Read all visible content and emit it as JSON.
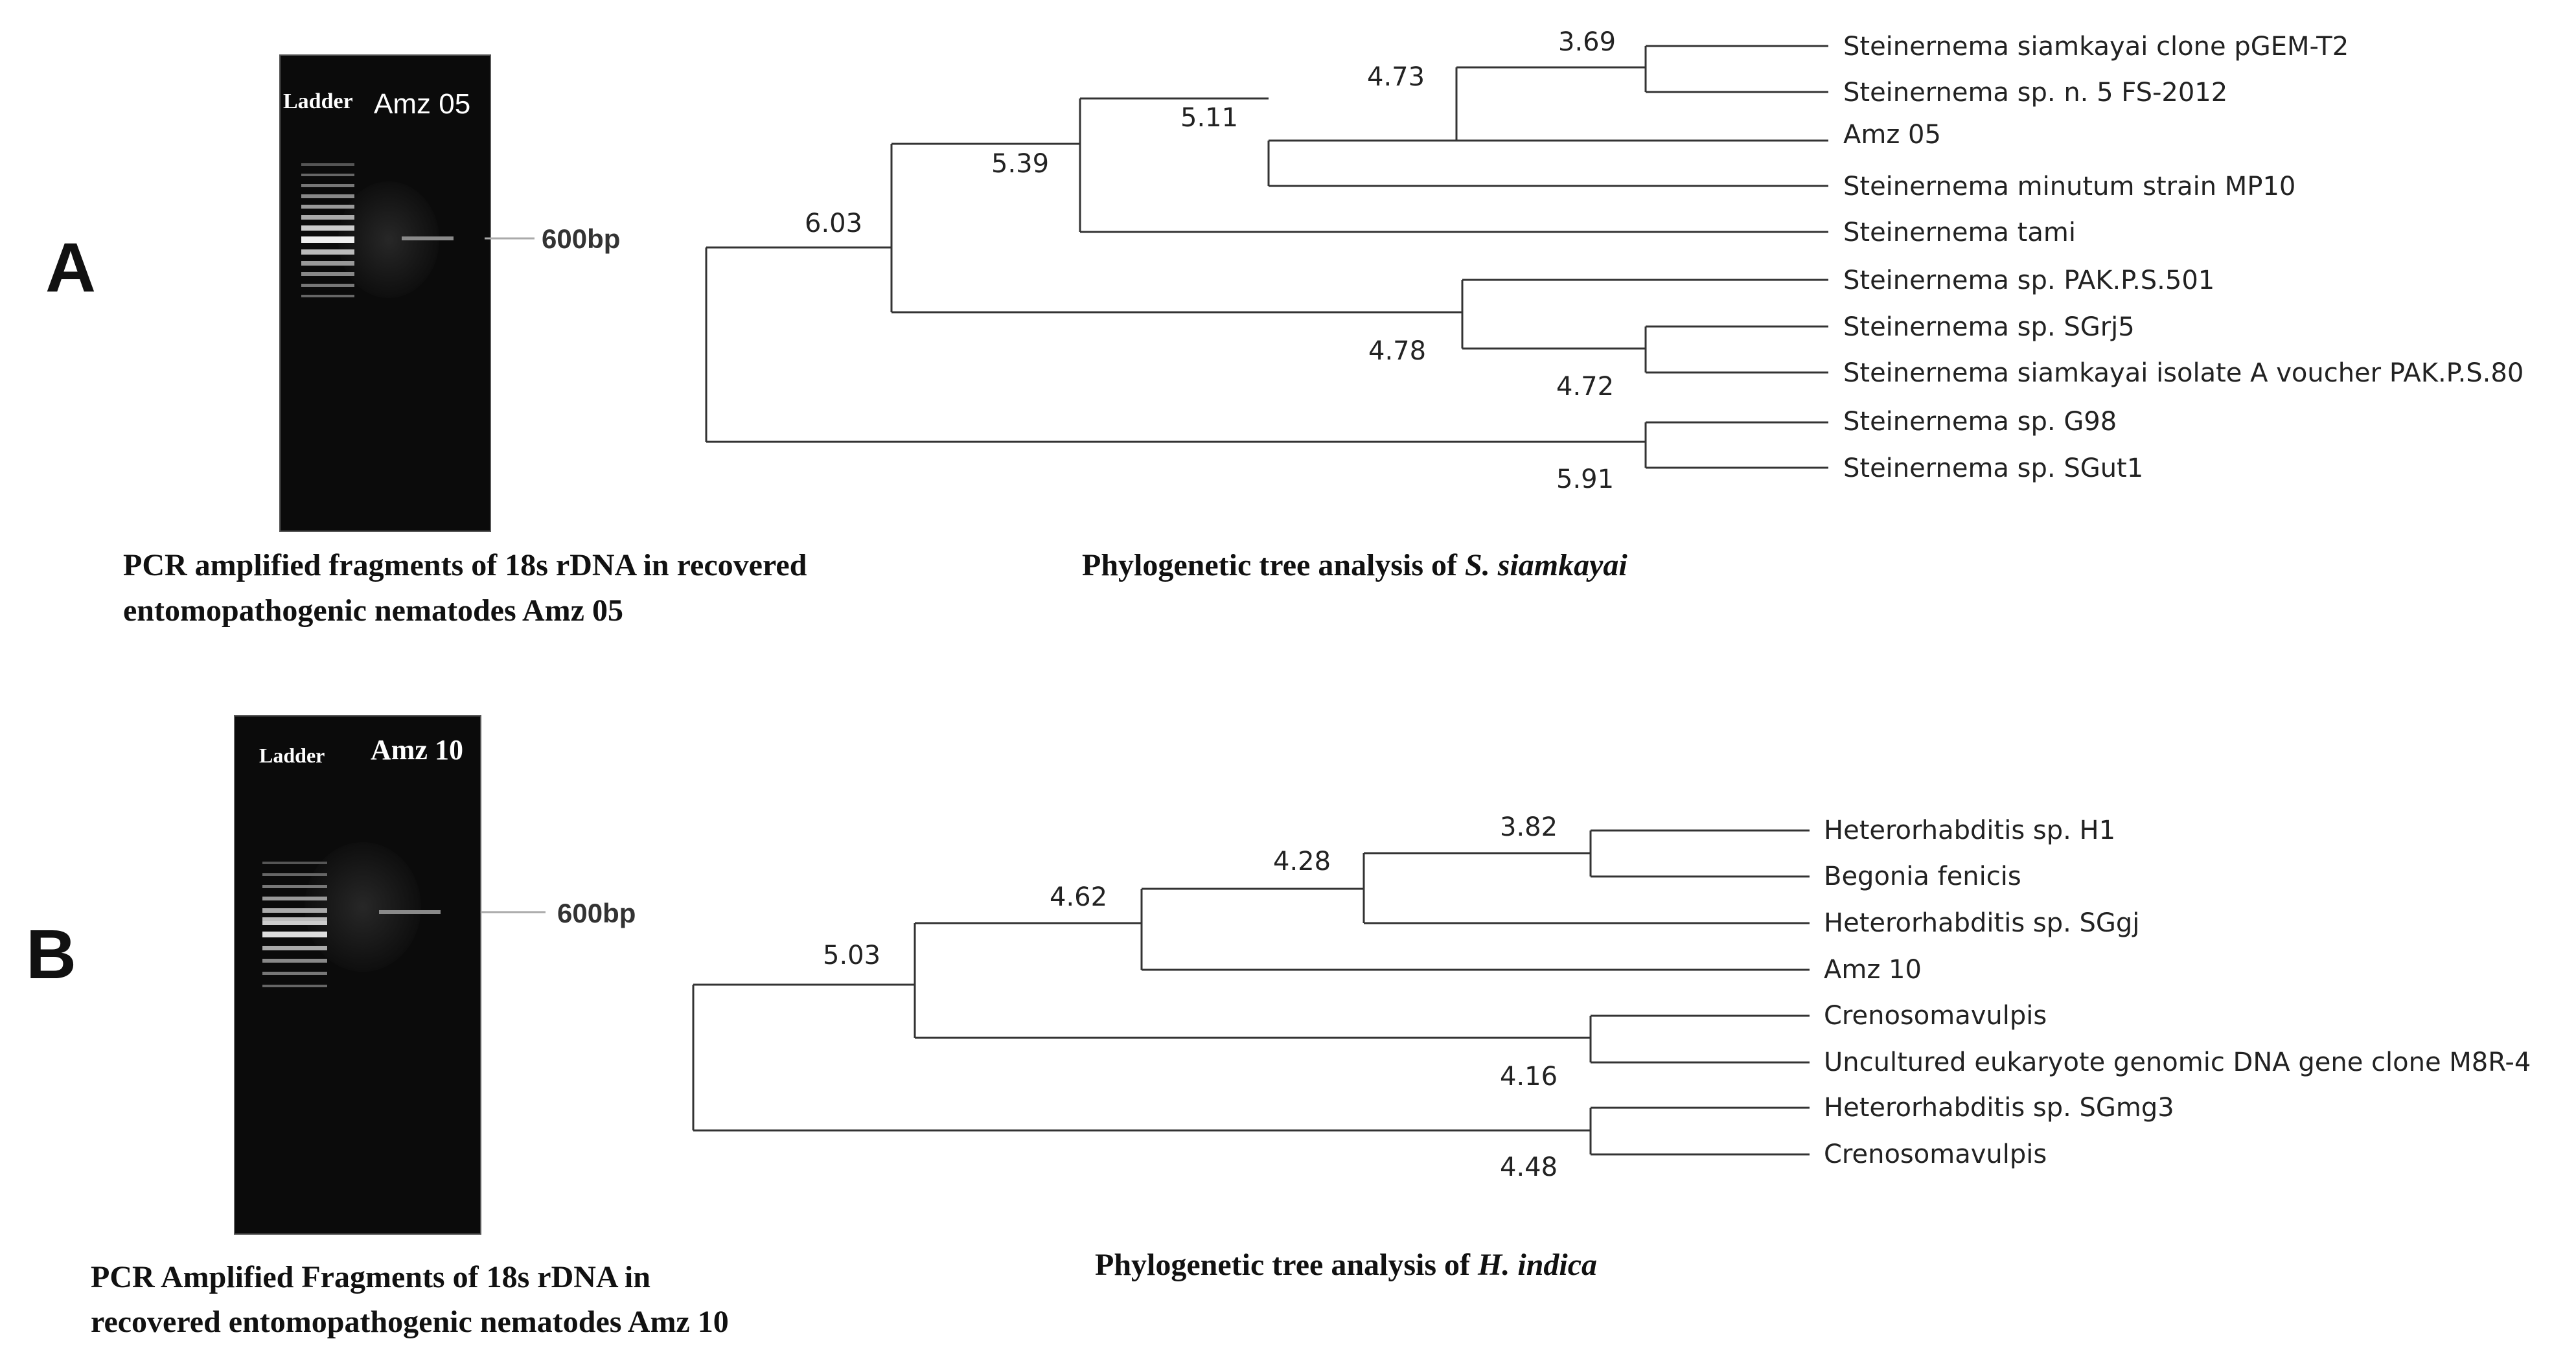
{
  "panels": [
    {
      "letter": "A",
      "gel": {
        "lane_labels": [
          "Ladder",
          "Amz 05"
        ],
        "band_label": "600bp",
        "caption_lines": [
          "PCR amplified fragments of 18s rDNA in recovered",
          "entomopathogenic nematodes Amz 05"
        ]
      },
      "tree": {
        "caption_prefix": "Phylogenetic tree analysis of ",
        "caption_species": "S. siamkayai",
        "leaves": [
          "Steinernema siamkayai clone pGEM-T2",
          "Steinernema sp. n. 5 FS-2012",
          "Amz 05",
          "Steinernema minutum strain MP10",
          "Steinernema tami",
          "Steinernema sp. PAK.P.S.501",
          "Steinernema sp. SGrj5",
          "Steinernema siamkayai isolate A voucher PAK.P.S.80",
          "Steinernema sp. G98",
          "Steinernema sp. SGut1"
        ],
        "node_values": [
          "3.69",
          "4.73",
          "5.11",
          "5.39",
          "6.03",
          "4.78",
          "4.72",
          "5.91"
        ]
      }
    },
    {
      "letter": "B",
      "gel": {
        "lane_labels": [
          "Ladder",
          "Amz 10"
        ],
        "band_label": "600bp",
        "caption_lines": [
          "PCR Amplified Fragments of 18s rDNA in",
          "recovered entomopathogenic nematodes Amz 10"
        ]
      },
      "tree": {
        "caption_prefix": "Phylogenetic tree analysis of ",
        "caption_species": "H. indica",
        "leaves": [
          "Heterorhabditis sp. H1",
          "Begonia fenicis",
          "Heterorhabditis sp. SGgj",
          "Amz 10",
          "Crenosomavulpis",
          "Uncultured eukaryote genomic DNA gene clone M8R-4",
          "Heterorhabditis sp. SGmg3",
          "Crenosomavulpis"
        ],
        "node_values": [
          "3.82",
          "4.28",
          "4.62",
          "5.03",
          "4.16",
          "4.48"
        ]
      }
    }
  ]
}
